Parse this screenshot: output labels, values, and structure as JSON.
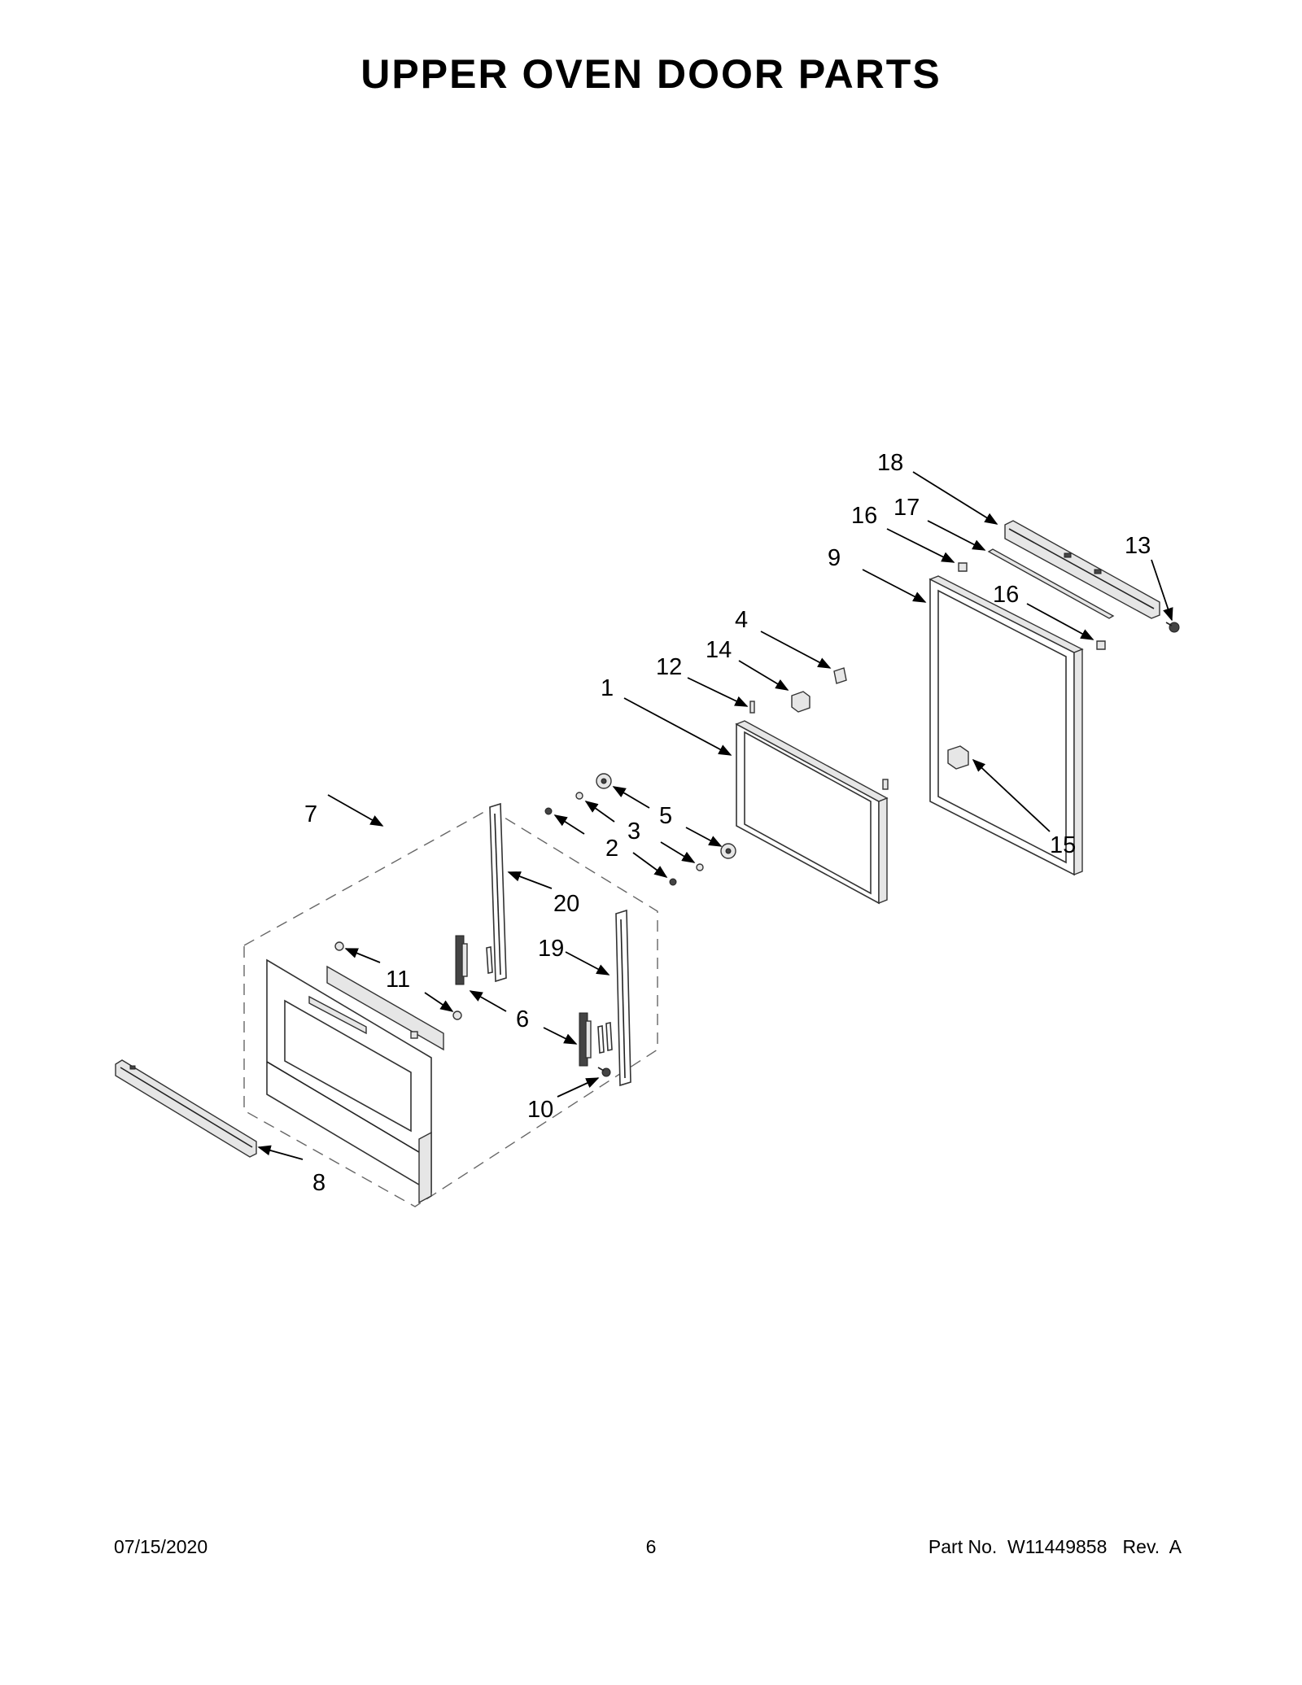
{
  "title": "UPPER OVEN DOOR PARTS",
  "callouts": {
    "c1": "1",
    "c2": "2",
    "c3": "3",
    "c4": "4",
    "c5": "5",
    "c6": "6",
    "c7": "7",
    "c8": "8",
    "c9": "9",
    "c10": "10",
    "c11": "11",
    "c12": "12",
    "c13": "13",
    "c14": "14",
    "c15": "15",
    "c16a": "16",
    "c16b": "16",
    "c17": "17",
    "c18": "18",
    "c19": "19",
    "c20": "20"
  },
  "footer": {
    "date": "07/15/2020",
    "page": "6",
    "part_no": "Part No.  W11449858   Rev.  A"
  }
}
